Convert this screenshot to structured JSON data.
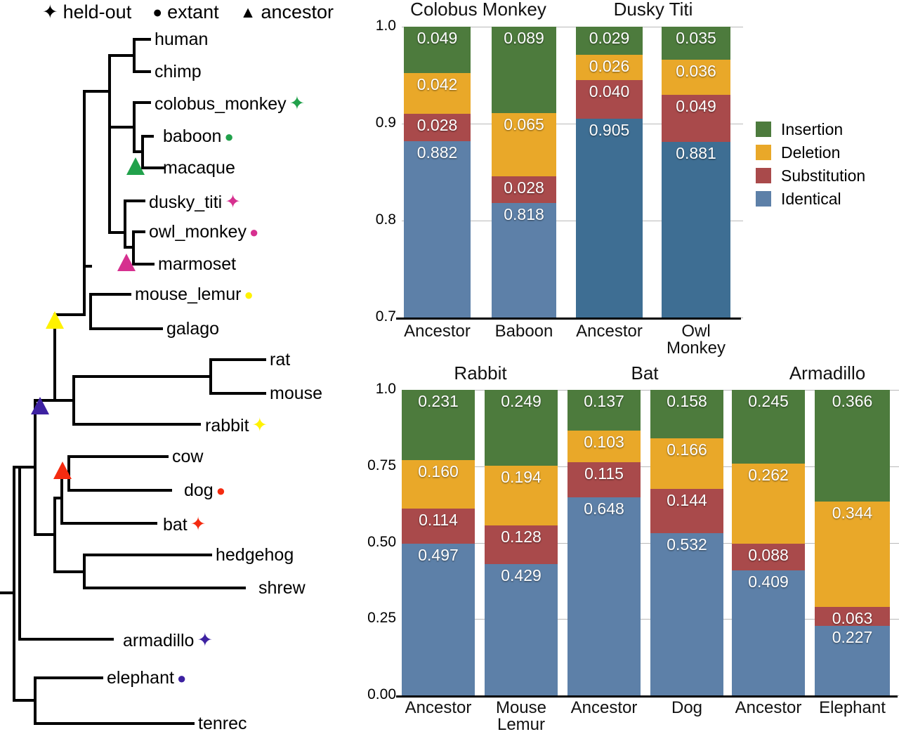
{
  "marker_legend": [
    {
      "glyph": "✦",
      "label": "held-out",
      "icon": "four-point-star-icon"
    },
    {
      "glyph": "●",
      "label": "extant",
      "icon": "filled-circle-icon"
    },
    {
      "glyph": "▲",
      "label": "ancestor",
      "icon": "filled-triangle-icon"
    }
  ],
  "tree": {
    "taxa": [
      {
        "name": "human",
        "marker": null,
        "marker_color": null
      },
      {
        "name": "chimp",
        "marker": null,
        "marker_color": null
      },
      {
        "name": "colobus_monkey",
        "marker": "held-out",
        "glyph": "✦",
        "marker_color": "#21a14b"
      },
      {
        "name": "baboon",
        "marker": "extant",
        "glyph": "●",
        "marker_color": "#21a14b"
      },
      {
        "name": "macaque",
        "marker": null,
        "marker_color": null
      },
      {
        "name": "dusky_titi",
        "marker": "held-out",
        "glyph": "✦",
        "marker_color": "#d6308f"
      },
      {
        "name": "owl_monkey",
        "marker": "extant",
        "glyph": "●",
        "marker_color": "#d6308f"
      },
      {
        "name": "marmoset",
        "marker": null,
        "marker_color": null
      },
      {
        "name": "mouse_lemur",
        "marker": "extant",
        "glyph": "●",
        "marker_color": "#fff200"
      },
      {
        "name": "galago",
        "marker": null,
        "marker_color": null
      },
      {
        "name": "rat",
        "marker": null,
        "marker_color": null
      },
      {
        "name": "mouse",
        "marker": null,
        "marker_color": null
      },
      {
        "name": "rabbit",
        "marker": "held-out",
        "glyph": "✦",
        "marker_color": "#fff200"
      },
      {
        "name": "cow",
        "marker": null,
        "marker_color": null
      },
      {
        "name": "dog",
        "marker": "extant",
        "glyph": "●",
        "marker_color": "#f42b10"
      },
      {
        "name": "bat",
        "marker": "held-out",
        "glyph": "✦",
        "marker_color": "#f42b10"
      },
      {
        "name": "hedgehog",
        "marker": null,
        "marker_color": null
      },
      {
        "name": "shrew",
        "marker": null,
        "marker_color": null
      },
      {
        "name": "armadillo",
        "marker": "held-out",
        "glyph": "✦",
        "marker_color": "#3d21a1"
      },
      {
        "name": "elephant",
        "marker": "extant",
        "glyph": "●",
        "marker_color": "#3d21a1"
      },
      {
        "name": "tenrec",
        "marker": null,
        "marker_color": null
      }
    ],
    "ancestor_nodes": [
      {
        "for": "colobus_monkey",
        "color": "#21a14b"
      },
      {
        "for": "dusky_titi",
        "color": "#d6308f"
      },
      {
        "for": "mouse_lemur",
        "color": "#fff200"
      },
      {
        "for": "bat",
        "color": "#f42b10"
      },
      {
        "for": "armadillo",
        "color": "#3d21a1"
      }
    ]
  },
  "colors": {
    "insertion": "#4d7b3d",
    "deletion": "#e9a829",
    "substitution": "#a94a4b",
    "identical": "#5d80a8",
    "identical_dark": "#3e6e93"
  },
  "color_legend": [
    {
      "label": "Insertion",
      "color": "#4d7b3d"
    },
    {
      "label": "Deletion",
      "color": "#e9a829"
    },
    {
      "label": "Substitution",
      "color": "#a94a4b"
    },
    {
      "label": "Identical",
      "color": "#5d80a8"
    }
  ],
  "chart_data": [
    {
      "id": "top",
      "type": "bar",
      "stacked": true,
      "title": "",
      "panel_titles": [
        "Colobus Monkey",
        "Dusky Titi"
      ],
      "categories": [
        "Ancestor",
        "Baboon",
        "Ancestor",
        "Owl\nMonkey"
      ],
      "yticks": [
        "1.0",
        "0.9",
        "0.8",
        "0.7"
      ],
      "ytickvals": [
        1.0,
        0.9,
        0.8,
        0.7
      ],
      "ylim": [
        0.7,
        1.0
      ],
      "xlabel": "",
      "ylabel": "",
      "grid": true,
      "legend_position": "right",
      "series": [
        {
          "name": "Identical",
          "values": [
            0.882,
            0.818,
            0.905,
            0.881
          ]
        },
        {
          "name": "Substitution",
          "values": [
            0.028,
            0.028,
            0.04,
            0.049
          ]
        },
        {
          "name": "Deletion",
          "values": [
            0.042,
            0.065,
            0.026,
            0.036
          ]
        },
        {
          "name": "Insertion",
          "values": [
            0.049,
            0.089,
            0.029,
            0.035
          ]
        }
      ],
      "bar_shades": [
        "light",
        "light",
        "dark",
        "dark"
      ]
    },
    {
      "id": "bottom",
      "type": "bar",
      "stacked": true,
      "title": "",
      "panel_titles": [
        "Rabbit",
        "Bat",
        "Armadillo"
      ],
      "categories": [
        "Ancestor",
        "Mouse\nLemur",
        "Ancestor",
        "Dog",
        "Ancestor",
        "Elephant"
      ],
      "yticks": [
        "1.0",
        "0.75",
        "0.50",
        "0.25",
        "0.00"
      ],
      "ytickvals": [
        1.0,
        0.75,
        0.5,
        0.25,
        0.0
      ],
      "ylim": [
        0.0,
        1.0
      ],
      "xlabel": "",
      "ylabel": "",
      "grid": true,
      "legend_position": "none",
      "series": [
        {
          "name": "Identical",
          "values": [
            0.497,
            0.429,
            0.648,
            0.532,
            0.409,
            0.227
          ]
        },
        {
          "name": "Substitution",
          "values": [
            0.114,
            0.128,
            0.115,
            0.144,
            0.088,
            0.063
          ]
        },
        {
          "name": "Deletion",
          "values": [
            0.16,
            0.194,
            0.103,
            0.166,
            0.262,
            0.344
          ]
        },
        {
          "name": "Insertion",
          "values": [
            0.231,
            0.249,
            0.137,
            0.158,
            0.245,
            0.366
          ]
        }
      ],
      "bar_shades": [
        "light",
        "light",
        "light",
        "light",
        "light",
        "light"
      ]
    }
  ]
}
